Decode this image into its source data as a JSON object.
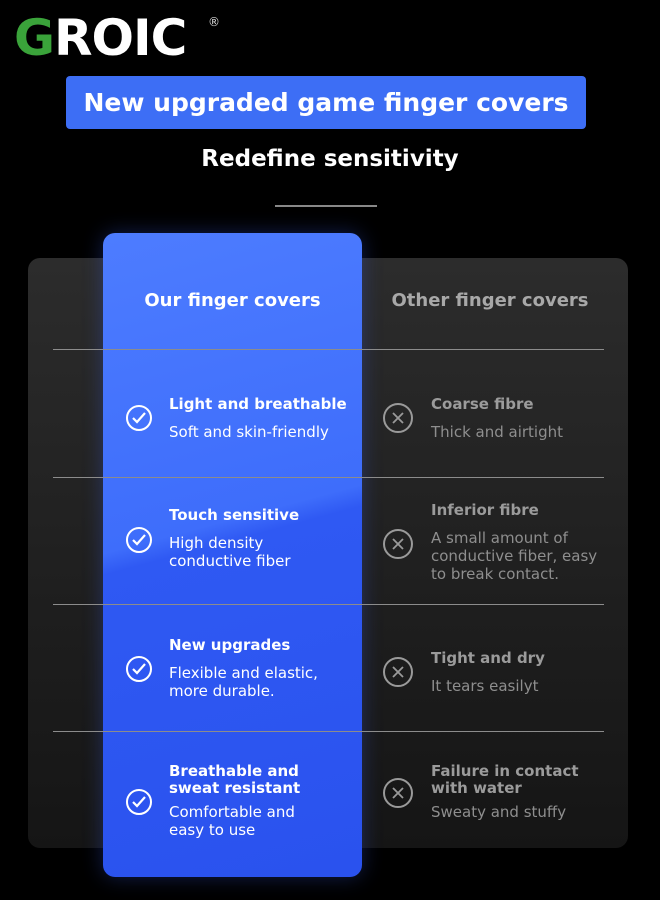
{
  "brand": {
    "logo_first": "G",
    "logo_rest": "ROIC",
    "trademark": "®"
  },
  "banner": {
    "title": "New upgraded game finger covers"
  },
  "subtitle": "Redefine sensitivity",
  "columns": {
    "ours": "Our finger covers",
    "other": "Other finger covers"
  },
  "rows": [
    {
      "ours_title": "Light and breathable",
      "ours_desc": "Soft and skin-friendly",
      "other_title": "Coarse fibre",
      "other_desc": "Thick and airtight"
    },
    {
      "ours_title": "Touch sensitive",
      "ours_desc": "High density conductive fiber",
      "other_title": "Inferior fibre",
      "other_desc": "A small amount of conductive fiber, easy to break contact."
    },
    {
      "ours_title": "New upgrades",
      "ours_desc": "Flexible and elastic, more durable.",
      "other_title": "Tight and dry",
      "other_desc": "It tears easilyt"
    },
    {
      "ours_title": "Breathable and sweat resistant",
      "ours_desc": "Comfortable and easy to use",
      "other_title": "Failure in contact with water",
      "other_desc": "Sweaty and stuffy"
    }
  ],
  "icons": {
    "ours": "check-circle-icon",
    "other": "x-circle-icon"
  },
  "colors": {
    "accent_blue": "#3d6ef5",
    "logo_green": "#3aa33a",
    "background": "#000000"
  }
}
